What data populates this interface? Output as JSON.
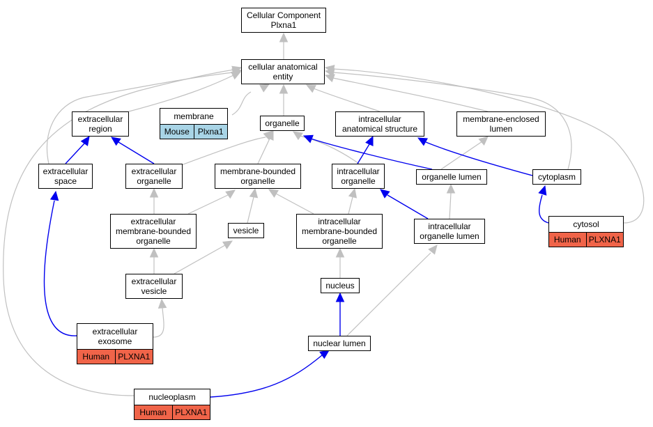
{
  "nodes": {
    "root": [
      "Cellular Component",
      "Plxna1"
    ],
    "cae": [
      "cellular anatomical",
      "entity"
    ],
    "extracellular_region": [
      "extracellular",
      "region"
    ],
    "membrane": [
      "membrane"
    ],
    "organelle": [
      "organelle"
    ],
    "intracellular_anatomical_structure": [
      "intracellular",
      "anatomical structure"
    ],
    "membrane_enclosed_lumen": [
      "membrane-enclosed",
      "lumen"
    ],
    "extracellular_space": [
      "extracellular",
      "space"
    ],
    "extracellular_organelle": [
      "extracellular",
      "organelle"
    ],
    "membrane_bounded_organelle": [
      "membrane-bounded",
      "organelle"
    ],
    "intracellular_organelle": [
      "intracellular",
      "organelle"
    ],
    "organelle_lumen": [
      "organelle lumen"
    ],
    "cytoplasm": [
      "cytoplasm"
    ],
    "cytosol": [
      "cytosol"
    ],
    "extracellular_mbo": [
      "extracellular",
      "membrane-bounded",
      "organelle"
    ],
    "vesicle": [
      "vesicle"
    ],
    "intracellular_mbo": [
      "intracellular",
      "membrane-bounded",
      "organelle"
    ],
    "intracellular_organelle_lumen": [
      "intracellular",
      "organelle lumen"
    ],
    "extracellular_vesicle": [
      "extracellular",
      "vesicle"
    ],
    "nucleus": [
      "nucleus"
    ],
    "extracellular_exosome": [
      "extracellular",
      "exosome"
    ],
    "nuclear_lumen": [
      "nuclear lumen"
    ],
    "nucleoplasm": [
      "nucleoplasm"
    ]
  },
  "annotations": {
    "membrane": [
      "Mouse",
      "Plxna1"
    ],
    "cytosol": [
      "Human",
      "PLXNA1"
    ],
    "extracellular_exosome": [
      "Human",
      "PLXNA1"
    ],
    "nucleoplasm": [
      "Human",
      "PLXNA1"
    ]
  },
  "colors": {
    "edge_gray": "#c0c0c0",
    "edge_blue": "#0000ee",
    "mouse_tag": "#a8d4e6",
    "human_tag": "#f06449"
  }
}
